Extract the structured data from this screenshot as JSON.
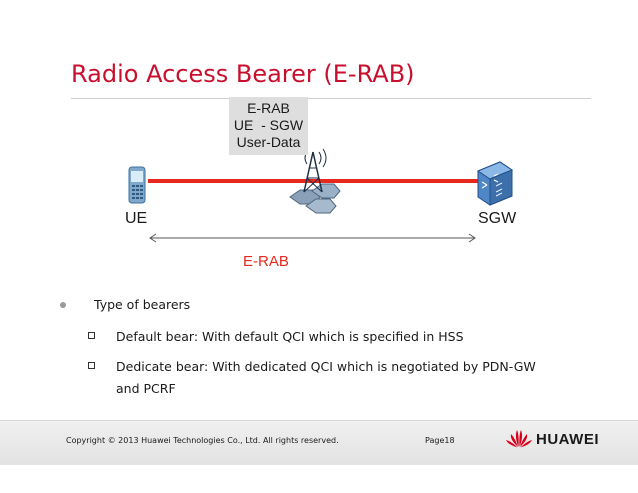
{
  "slide": {
    "title": "Radio Access Bearer (E-RAB)"
  },
  "diagram": {
    "label_box": [
      "E-RAB",
      "UE  - SGW",
      "User-Data"
    ],
    "ue_label": "UE",
    "sgw_label": "SGW",
    "span_label": "E-RAB",
    "colors": {
      "bearer_line": "#e8281d",
      "span_label": "#e8281d",
      "title": "#c8102e"
    },
    "icons": [
      "phone-icon",
      "tower-icon",
      "router-icon",
      "double-arrow-icon"
    ]
  },
  "bullets": {
    "main": "Type of bearers",
    "subs": [
      "Default bear: With default QCI which is specified in HSS",
      " Dedicate bear: With dedicated QCI which is negotiated by PDN-GW and PCRF"
    ]
  },
  "footer": {
    "copyright": "Copyright © 2013 Huawei Technologies Co., Ltd. All rights reserved.",
    "page": "Page18",
    "logo_text": "HUAWEI"
  }
}
